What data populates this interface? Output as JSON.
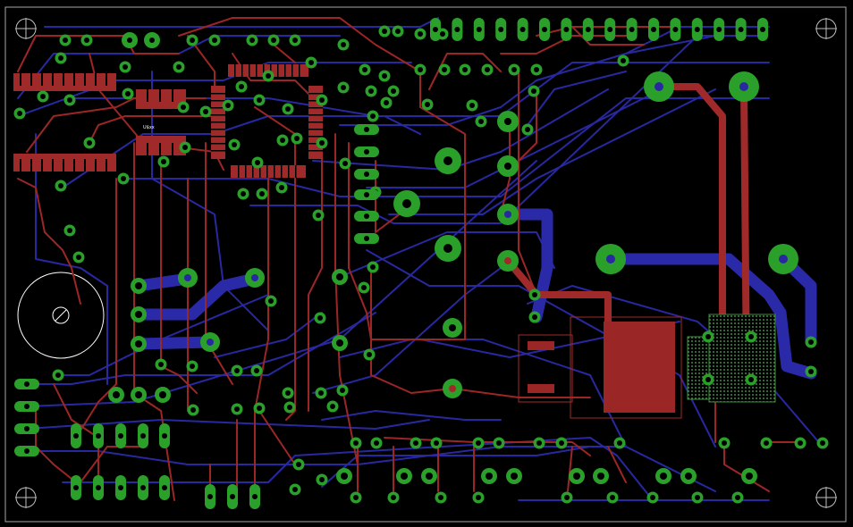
{
  "view": {
    "background": "#000000",
    "outline_color": "#c8c8c8"
  },
  "colors": {
    "top_copper": "#9b2626",
    "bottom_copper": "#2828a0",
    "top_copper_bright": "#a02a2a",
    "bottom_copper_bright": "#3434b8",
    "pad": "#2aa02a",
    "pad_hole": "#000000",
    "silkscreen": "#ffffff",
    "outline": "#a9a9a9",
    "fill_pattern": "#4a8a4a"
  },
  "board_labels": {
    "tiny_part_text": "U$xx"
  },
  "layers": [
    "top-copper",
    "bottom-copper",
    "pads",
    "vias",
    "silkscreen",
    "board-outline"
  ]
}
